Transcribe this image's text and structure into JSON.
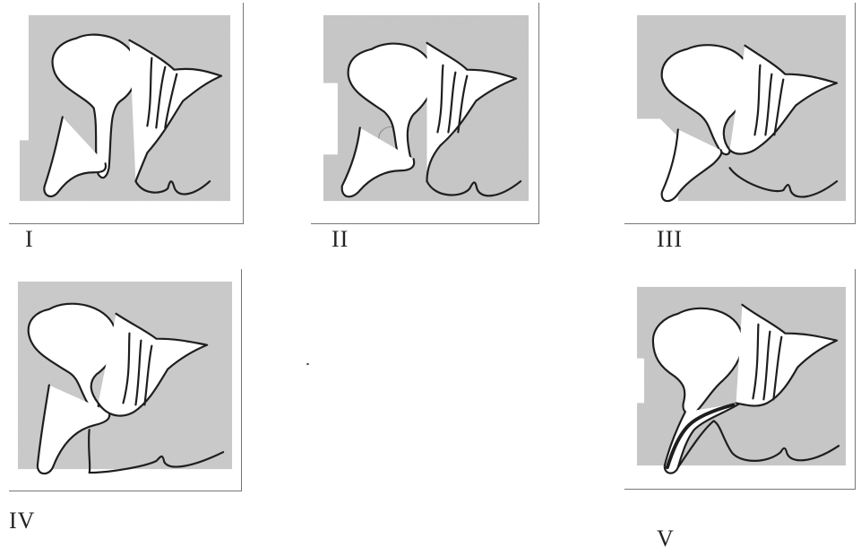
{
  "figure": {
    "panels": [
      {
        "label": "I"
      },
      {
        "label": "II"
      },
      {
        "label": "III"
      },
      {
        "label": "IV"
      },
      {
        "label": "V"
      }
    ]
  },
  "colors": {
    "outline": "#1e1e1e",
    "shading": "#c8c8c8",
    "paper": "#ffffff"
  }
}
